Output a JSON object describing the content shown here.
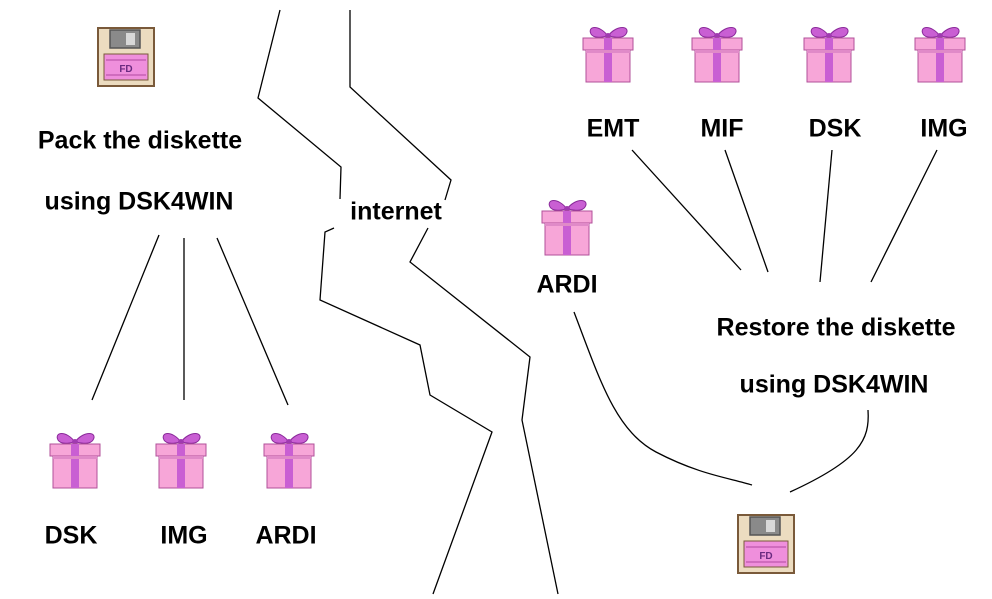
{
  "left": {
    "pack_line1": "Pack the diskette",
    "pack_line2": "using DSK4WIN",
    "formats": [
      "DSK",
      "IMG",
      "ARDI"
    ],
    "floppy_label": "FD"
  },
  "middle": {
    "internet_label": "internet"
  },
  "right": {
    "formats": [
      "EMT",
      "MIF",
      "DSK",
      "IMG"
    ],
    "ardi_label": "ARDI",
    "restore_line1": "Restore the diskette",
    "restore_line2": "using DSK4WIN",
    "floppy_label": "FD"
  },
  "colors": {
    "gift_box": "#f7a6d8",
    "gift_ribbon": "#c95fd3",
    "floppy_body": "#ecdcc0",
    "floppy_label": "#ef8fdc",
    "lines": "#000000"
  }
}
